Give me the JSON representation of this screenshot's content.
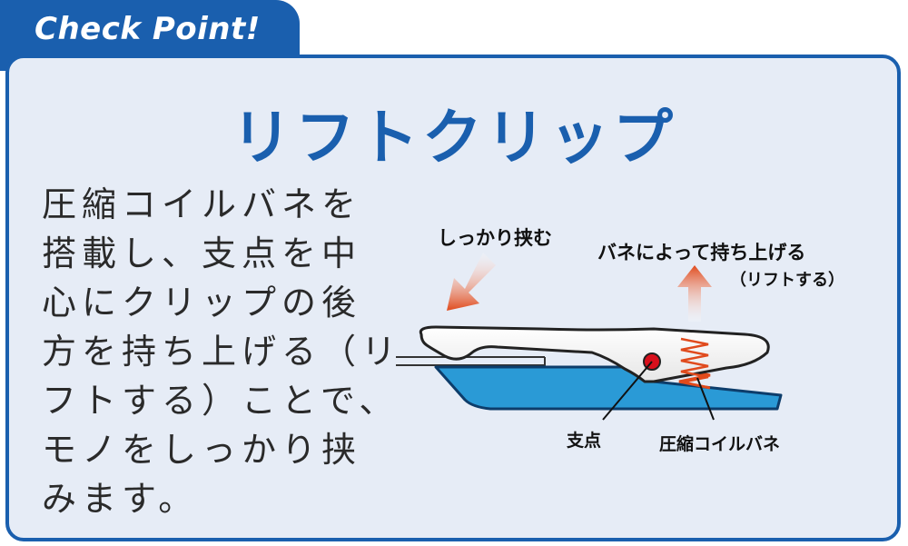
{
  "header": {
    "tab_label": "Check Point!"
  },
  "title": "リフトクリップ",
  "body_lines": [
    "圧縮コイルバネを",
    "搭載し、支点を中",
    "心にクリップの後",
    "方を持ち上げる（リ",
    "フトする）ことで、",
    "モノをしっかり挟",
    "みます。"
  ],
  "diagram": {
    "label_hold": "しっかり挟む",
    "label_lift": "バネによって持ち上げる",
    "label_lift_sub": "（リフトする）",
    "label_fulcrum": "支点",
    "label_spring": "圧縮コイルバネ"
  },
  "colors": {
    "brand_blue": "#1a5fae",
    "panel_bg": "#e6ecf6",
    "clip_blue": "#2a9ad6",
    "arrow_red": "#e04a1c",
    "fulcrum_red": "#d8101c"
  }
}
